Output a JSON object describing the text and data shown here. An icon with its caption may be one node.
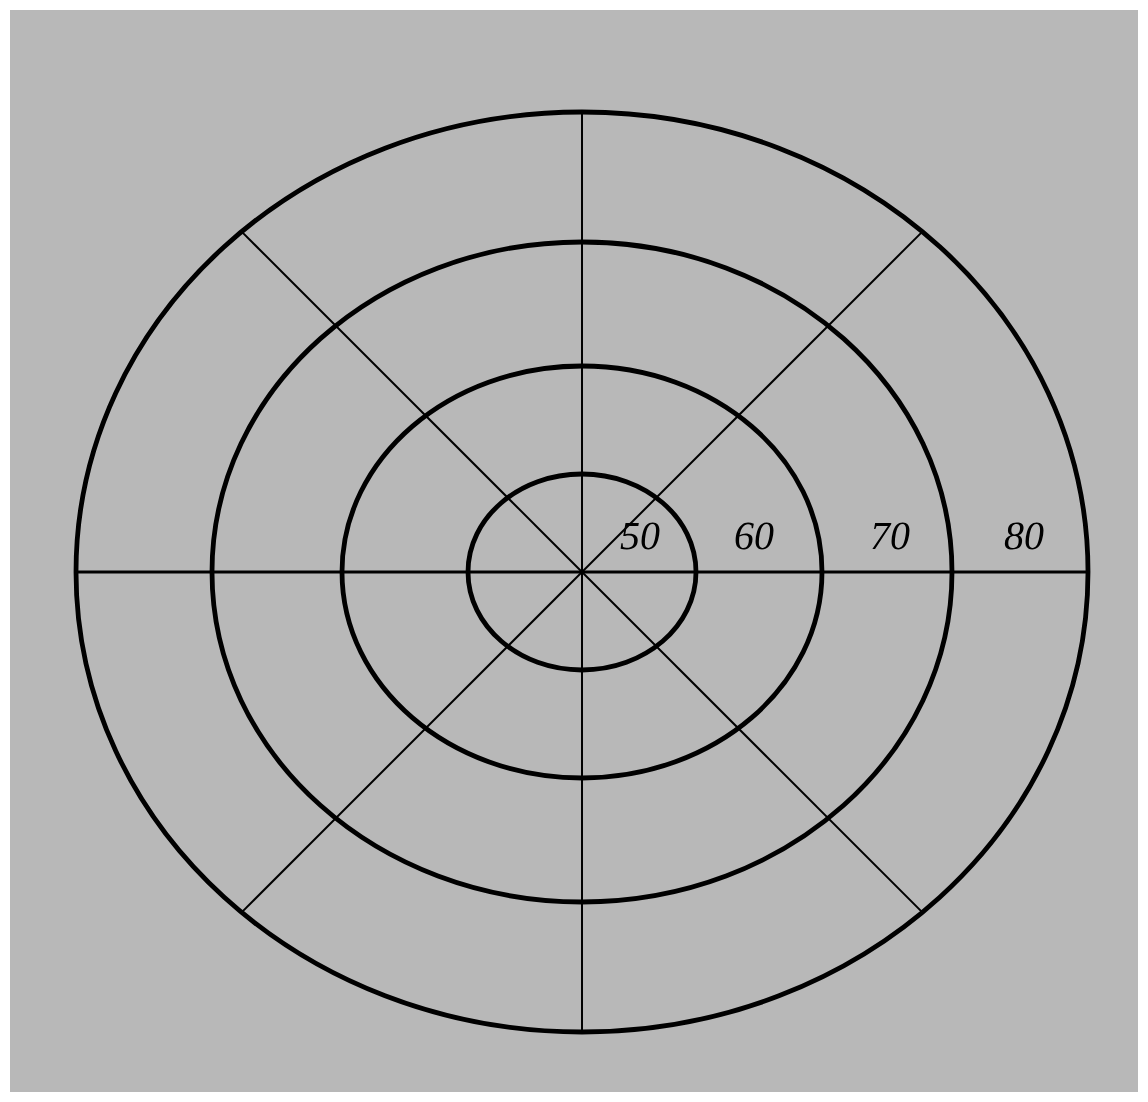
{
  "diagram": {
    "labels": [
      "50",
      "60",
      "70",
      "80"
    ]
  }
}
